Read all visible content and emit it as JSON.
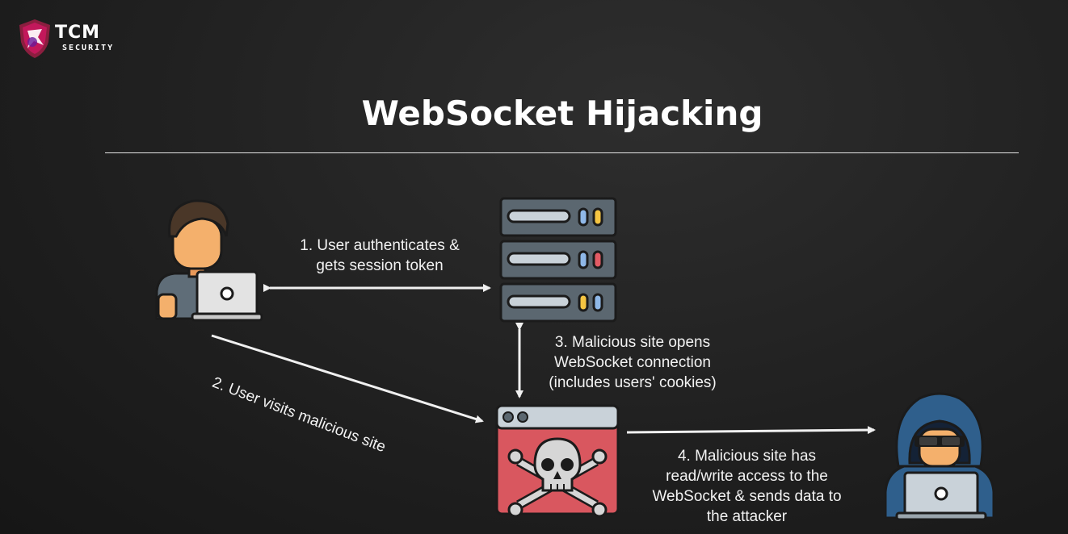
{
  "logo": {
    "name": "TCM",
    "sub": "SECURITY",
    "icon": "tcm-shield-logo"
  },
  "title": "WebSocket Hijacking",
  "nodes": {
    "user": {
      "icon": "user-with-laptop-icon"
    },
    "server": {
      "icon": "server-rack-icon"
    },
    "malicious_site": {
      "icon": "skull-browser-icon"
    },
    "attacker": {
      "icon": "hooded-hacker-icon"
    }
  },
  "steps": {
    "step1": {
      "lines": [
        "1. User authenticates &",
        "gets session token"
      ]
    },
    "step2": {
      "text": "2. User visits malicious site"
    },
    "step3": {
      "lines": [
        "3. Malicious site opens",
        "WebSocket connection",
        "(includes users' cookies)"
      ]
    },
    "step4": {
      "lines": [
        "4. Malicious site has",
        "read/write access to the",
        "WebSocket & sends data to",
        "the attacker"
      ]
    }
  },
  "colors": {
    "background": "#1f1f1f",
    "text": "#ffffff",
    "arrow": "#f0f0f0",
    "server_body": "#5b6770",
    "browser_red": "#d9575f",
    "skin": "#f4b06c",
    "hood_blue": "#2f5f8c"
  }
}
